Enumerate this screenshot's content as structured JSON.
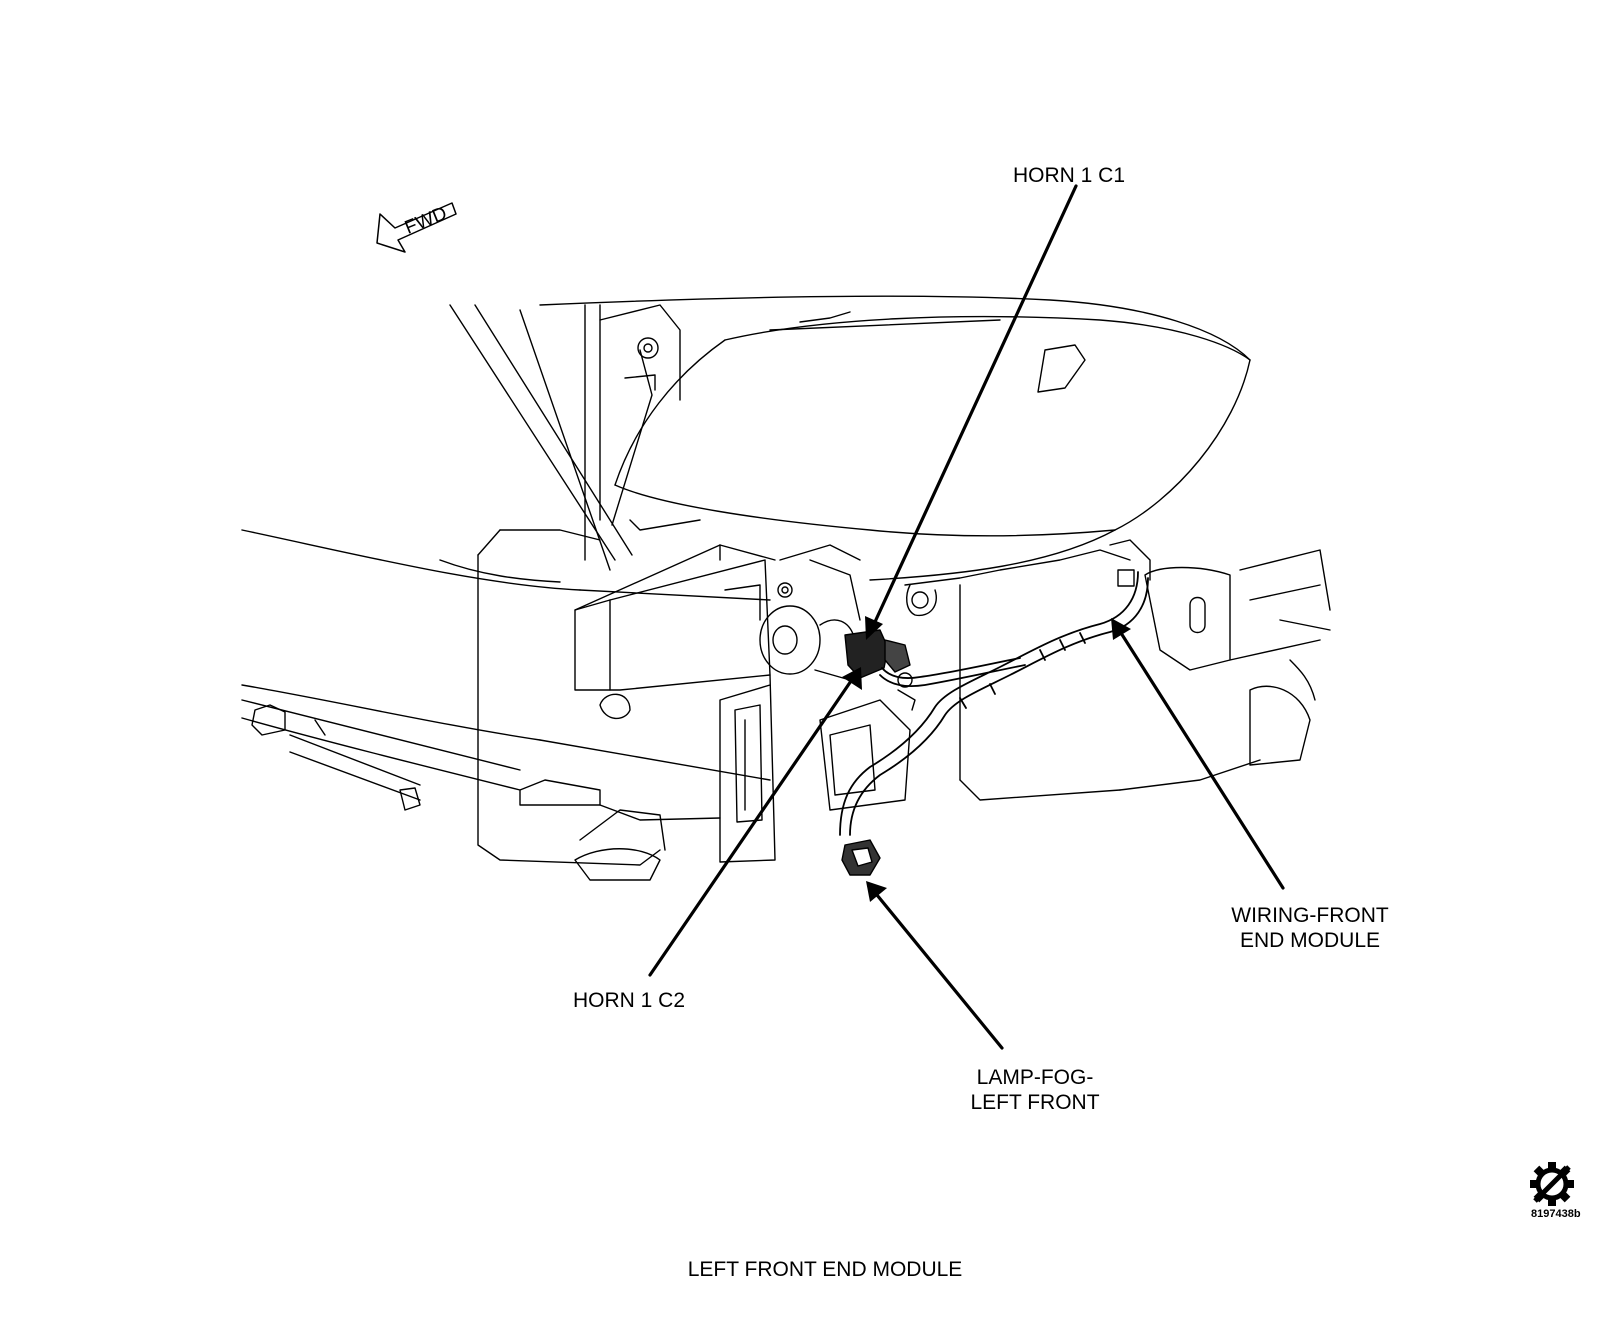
{
  "fwd_arrow": {
    "text": "FWD"
  },
  "callouts": {
    "horn1_c1": "HORN 1 C1",
    "horn1_c2": "HORN 1 C2",
    "wiring_front_end_module": [
      "WIRING-FRONT",
      "END MODULE"
    ],
    "lamp_fog_left_front": [
      "LAMP-FOG-",
      "LEFT FRONT"
    ]
  },
  "figure_id": "8197438b",
  "caption": "LEFT FRONT END MODULE",
  "icons": {
    "symbol": "gear-slash-icon"
  },
  "colors": {
    "line": "#000000",
    "background": "#ffffff"
  }
}
